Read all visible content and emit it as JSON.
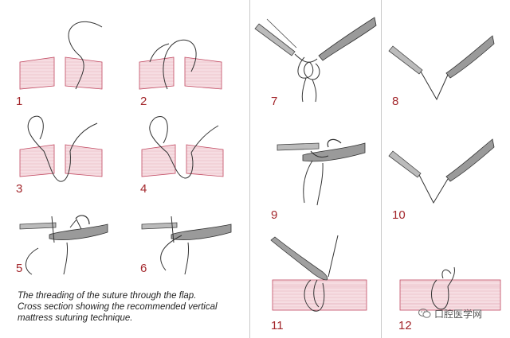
{
  "panels": [
    {
      "id": "1",
      "label": "1"
    },
    {
      "id": "2",
      "label": "2"
    },
    {
      "id": "3",
      "label": "3"
    },
    {
      "id": "4",
      "label": "4"
    },
    {
      "id": "5",
      "label": "5"
    },
    {
      "id": "6",
      "label": "6"
    },
    {
      "id": "7",
      "label": "7"
    },
    {
      "id": "8",
      "label": "8"
    },
    {
      "id": "9",
      "label": "9"
    },
    {
      "id": "10",
      "label": "10"
    },
    {
      "id": "11",
      "label": "11"
    },
    {
      "id": "12",
      "label": "12"
    }
  ],
  "caption": {
    "line1": "The threading of the suture through the flap.",
    "line2": "Cross section showing the recommended vertical",
    "line3": "mattress suturing technique."
  },
  "watermark": {
    "text": "口腔医学网",
    "icon": "wechat-icon"
  },
  "colors": {
    "label": "#a3272c",
    "tissue_fill": "#f4d6dc",
    "tissue_line": "#c24a62",
    "instrument": "#444444"
  }
}
